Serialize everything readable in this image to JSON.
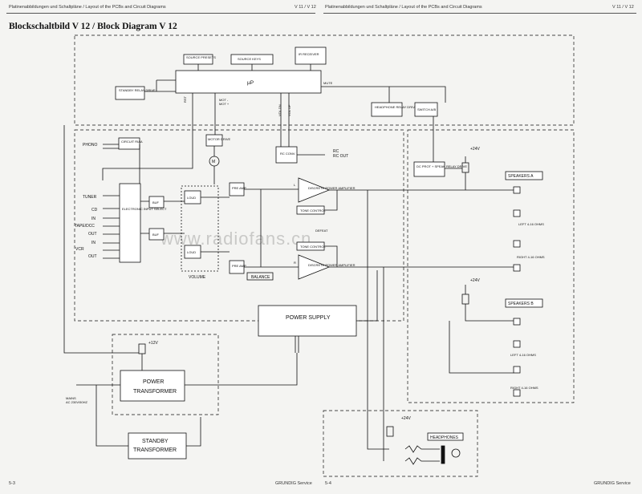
{
  "header": {
    "left": "Platinenabbildungen und Schaltpläne / Layout of the PCBs and Circuit Diagrams",
    "left_code": "V 11 / V 12",
    "right": "Platinenabbildungen und Schaltpläne / Layout of the PCBs and Circuit Diagrams",
    "right_code": "V 11 / V 12"
  },
  "title": "Blockschaltbild V 12 / Block Diagram V 12",
  "footer": {
    "left_page": "5-3",
    "left_brand": "GRUNDIG Service",
    "right_page": "5-4",
    "right_brand": "GRUNDIG Service"
  },
  "watermark": "www.radiofans.cn",
  "blocks": {
    "source_presets": "SOURCE PRESETS",
    "source_keys": "SOURCE KEYS",
    "ir_receiver": "IR RECEIVER",
    "up": "µP",
    "standby_relay": "STANDBY RELAY DRIVE",
    "mute": "MUTE",
    "headphone_relay": "HEADPHONE RELAY DRIVE",
    "switch_ab": "SWITCH A/B",
    "dc_prot": "DC PROT + SPEAK RELAY DRIVE",
    "motor_drive": "MOTOR DRIVE",
    "rc_conv": "RC CONV.",
    "rc_out": "RC OUT",
    "circuit_ri": "CIRCUIT RIAA",
    "electronic_input": "ELECTRONIC INPUT SELECT",
    "buf": "BUF",
    "loud": "LOUD",
    "pre_amp": "PRE AMP",
    "power_amp": "DISCRETE POWER AMPLIFIER",
    "tone": "TONE CONTROL",
    "power_supply": "POWER SUPPLY",
    "power_transformer_1": "POWER",
    "power_transformer_2": "TRANSFORMER",
    "standby_transformer_1": "STANDBY",
    "standby_transformer_2": "TRANSFORMER",
    "headphones": "HEADPHONES",
    "volume": "VOLUME",
    "balance": "BALANCE",
    "speakers_a": "SPEAKERS A",
    "speakers_b": "SPEAKERS B",
    "motor_m": "M",
    "defeat": "DEFEAT"
  },
  "inputs": [
    "PHONO",
    "TUNER",
    "CD",
    "IN",
    "TAPE/DCC",
    "OUT",
    "IN",
    "VCR",
    "OUT"
  ],
  "mains": [
    "MAINS",
    "AC 230V/50HZ"
  ],
  "voltages": {
    "v12": "+12V",
    "v24_a": "+24V",
    "v24_b": "+24V",
    "v24_hp": "+24V"
  },
  "speaker_labels": {
    "left_a": "LEFT 4-16 OHMS",
    "right_a": "RIGHT 4-16 OHMS",
    "left_b": "LEFT 4-16 OHMS",
    "right_b": "RIGHT 4-16 OHMS"
  },
  "signals": {
    "rst": "RST",
    "mot_plus": "MOT +",
    "mot_minus": "MOT -",
    "vol_dn": "VOL DN",
    "vol_up": "VOL UP",
    "l": "L",
    "r": "R"
  }
}
